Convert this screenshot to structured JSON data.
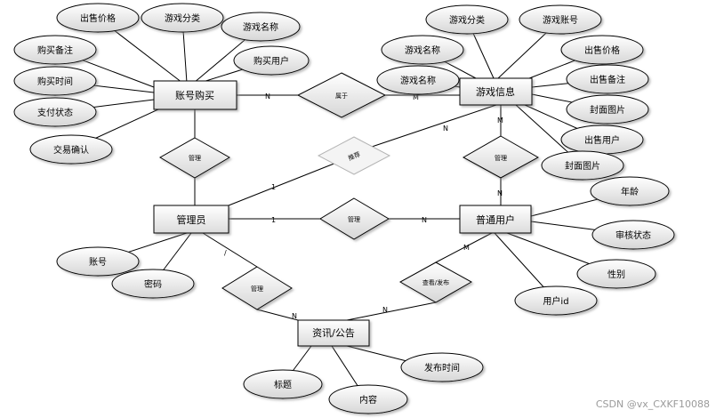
{
  "diagram": {
    "entities": [
      {
        "id": "account_purchase",
        "label": "账号购买"
      },
      {
        "id": "game_info",
        "label": "游戏信息"
      },
      {
        "id": "admin",
        "label": "管理员"
      },
      {
        "id": "user",
        "label": "普通用户"
      },
      {
        "id": "news",
        "label": "资讯/公告"
      }
    ],
    "attributes": [
      {
        "id": "ap_price",
        "label": "出售价格",
        "of": "account_purchase"
      },
      {
        "id": "ap_category",
        "label": "游戏分类",
        "of": "account_purchase"
      },
      {
        "id": "ap_name",
        "label": "游戏名称",
        "of": "account_purchase"
      },
      {
        "id": "ap_buyer",
        "label": "购买用户",
        "of": "account_purchase"
      },
      {
        "id": "ap_note",
        "label": "购买备注",
        "of": "account_purchase"
      },
      {
        "id": "ap_time",
        "label": "购买时间",
        "of": "account_purchase"
      },
      {
        "id": "ap_paystatus",
        "label": "支付状态",
        "of": "account_purchase"
      },
      {
        "id": "ap_confirm",
        "label": "交易确认",
        "of": "account_purchase"
      },
      {
        "id": "gi_category",
        "label": "游戏分类",
        "of": "game_info"
      },
      {
        "id": "gi_account",
        "label": "游戏账号",
        "of": "game_info"
      },
      {
        "id": "gi_name1",
        "label": "游戏名称",
        "of": "game_info"
      },
      {
        "id": "gi_name2",
        "label": "游戏名称",
        "of": "game_info"
      },
      {
        "id": "gi_price",
        "label": "出售价格",
        "of": "game_info"
      },
      {
        "id": "gi_note",
        "label": "出售备注",
        "of": "game_info"
      },
      {
        "id": "gi_cover1",
        "label": "封面图片",
        "of": "game_info"
      },
      {
        "id": "gi_seller",
        "label": "出售用户",
        "of": "game_info"
      },
      {
        "id": "gi_cover2",
        "label": "封面图片",
        "of": "game_info"
      },
      {
        "id": "u_age",
        "label": "年龄",
        "of": "user"
      },
      {
        "id": "u_review",
        "label": "审核状态",
        "of": "user"
      },
      {
        "id": "u_gender",
        "label": "性别",
        "of": "user"
      },
      {
        "id": "u_id",
        "label": "用户id",
        "of": "user"
      },
      {
        "id": "ad_account",
        "label": "账号",
        "of": "admin"
      },
      {
        "id": "ad_password",
        "label": "密码",
        "of": "admin"
      },
      {
        "id": "n_title",
        "label": "标题",
        "of": "news"
      },
      {
        "id": "n_content",
        "label": "内容",
        "of": "news"
      },
      {
        "id": "n_time",
        "label": "发布时间",
        "of": "news"
      }
    ],
    "relationships": [
      {
        "id": "r_belongs",
        "label": "属于",
        "from": "account_purchase",
        "to": "game_info",
        "card_from": "N",
        "card_to": "M"
      },
      {
        "id": "r_manage_ap",
        "label": "管理",
        "from": "account_purchase",
        "to": "admin",
        "card_from": "",
        "card_to": ""
      },
      {
        "id": "r_recommend",
        "label": "推荐",
        "from": "admin",
        "to": "game_info",
        "card_from": "1",
        "card_to": "N"
      },
      {
        "id": "r_manage_gi",
        "label": "管理",
        "from": "game_info",
        "to": "user",
        "card_from": "M",
        "card_to": "N"
      },
      {
        "id": "r_manage_user",
        "label": "管理",
        "from": "admin",
        "to": "user",
        "card_from": "1",
        "card_to": "N"
      },
      {
        "id": "r_manage_news",
        "label": "管理",
        "from": "admin",
        "to": "news",
        "card_from": "/",
        "card_to": "N"
      },
      {
        "id": "r_view_publish",
        "label": "查看/发布",
        "from": "user",
        "to": "news",
        "card_from": "M",
        "card_to": "N"
      }
    ]
  },
  "watermark": "CSDN @vx_CXKF10088"
}
